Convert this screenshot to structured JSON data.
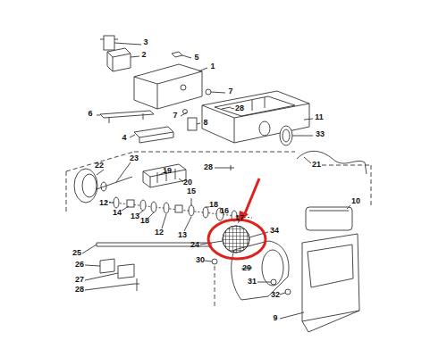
{
  "diagram": {
    "labels": [
      "3",
      "2",
      "5",
      "1",
      "6",
      "7",
      "7",
      "8",
      "4",
      "28",
      "11",
      "33",
      "21",
      "28",
      "22",
      "23",
      "19",
      "20",
      "12",
      "14",
      "13",
      "18",
      "15",
      "16",
      "18",
      "12",
      "13",
      "17",
      "10",
      "34",
      "24",
      "25",
      "30",
      "29",
      "26",
      "31",
      "27",
      "32",
      "9",
      "28"
    ]
  }
}
